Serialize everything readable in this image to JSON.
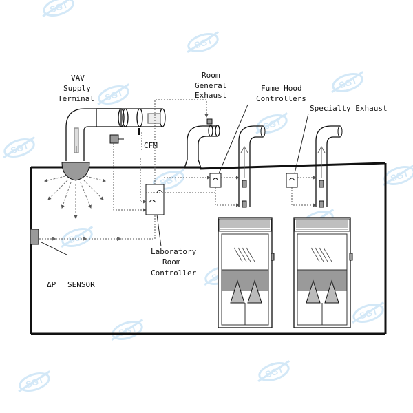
{
  "labels": {
    "vav_line1": "VAV",
    "vav_line2": "Supply",
    "vav_line3": "Terminal",
    "room_exhaust_line1": "Room",
    "room_exhaust_line2": "General",
    "room_exhaust_line3": "Exhaust",
    "fume_line1": "Fume Hood",
    "fume_line2": "Controllers",
    "specialty": "Specialty Exhaust",
    "cfm": "CFM",
    "lab_line1": "Laboratory",
    "lab_line2": "Room",
    "lab_line3": "Controller",
    "delta_p": "ΔP",
    "sensor": "SENSOR"
  },
  "watermark": {
    "text": "SGT"
  },
  "colors": {
    "line": "#111111",
    "dotted": "#555555",
    "gray_fill": "#9a9a9a",
    "watermark": "#cfe6f7"
  },
  "icons": {
    "controller": "controller-box-icon",
    "damper": "damper-icon",
    "fan": "fan-icon"
  }
}
